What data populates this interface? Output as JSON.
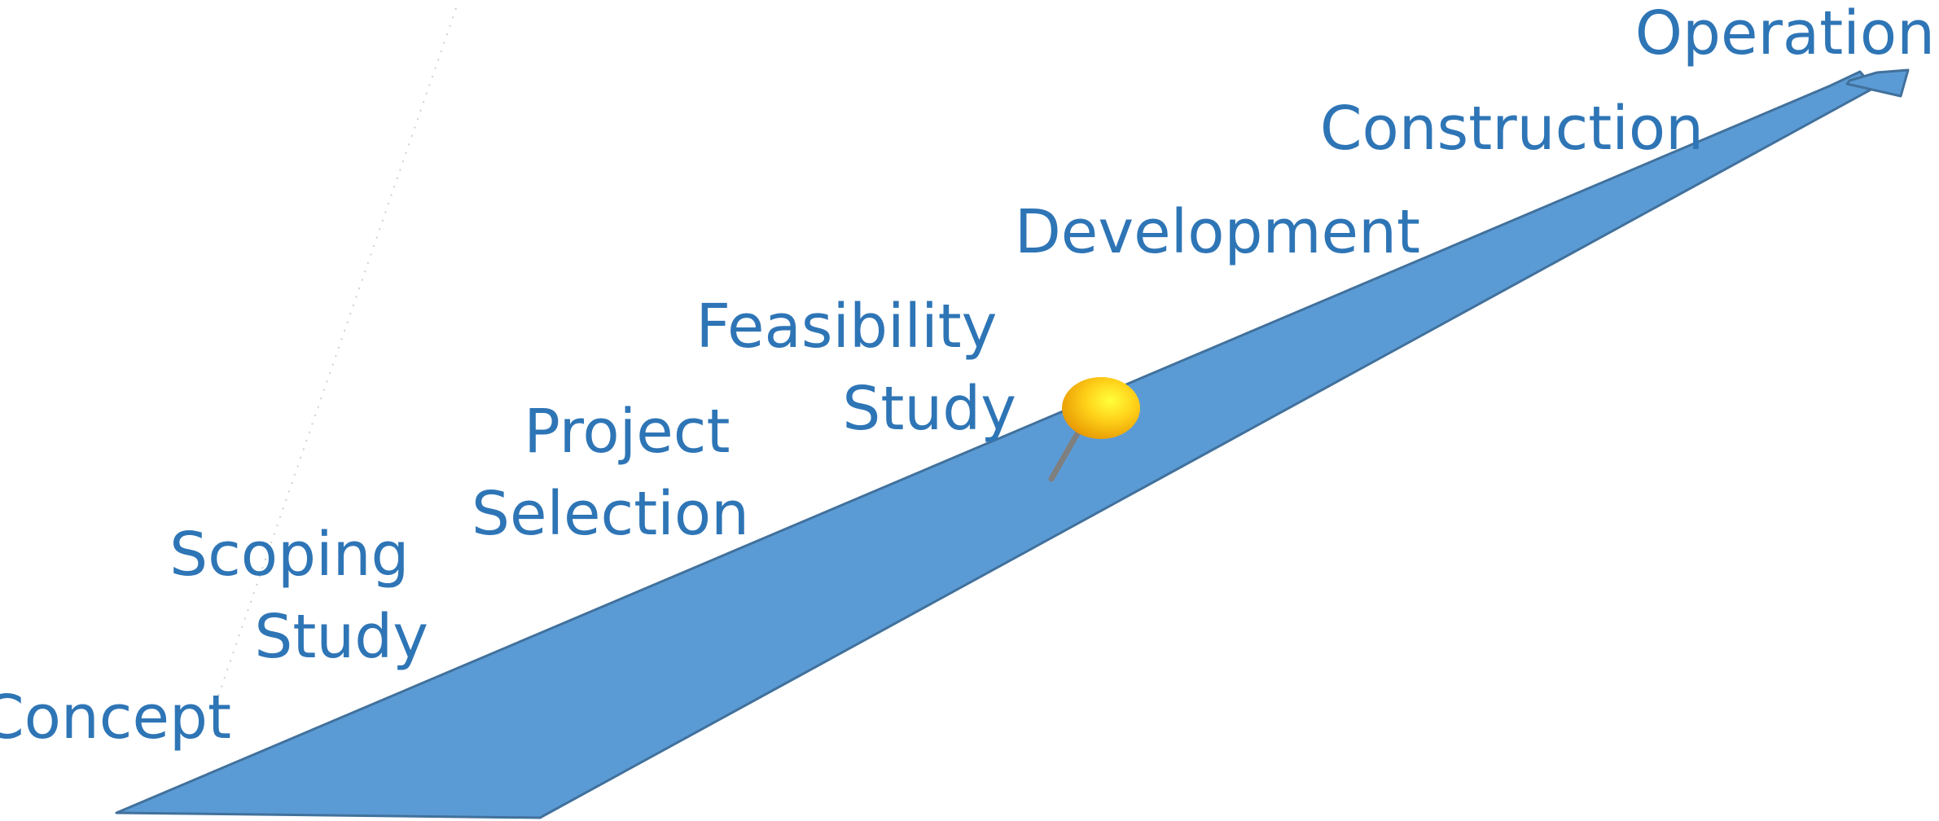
{
  "colors": {
    "road_fill": "#5b9bd5",
    "road_stroke": "#41719c",
    "label": "#2e75b6",
    "pin_head": "#ffc000",
    "pin_needle": "#7f7f7f"
  },
  "stages": [
    {
      "id": "concept",
      "lines": [
        "Concept"
      ]
    },
    {
      "id": "scoping-study",
      "lines": [
        "Scoping",
        "Study"
      ]
    },
    {
      "id": "project-selection",
      "lines": [
        "Project",
        "Selection"
      ]
    },
    {
      "id": "feasibility-study",
      "lines": [
        "Feasibility",
        "Study"
      ]
    },
    {
      "id": "development",
      "lines": [
        "Development"
      ]
    },
    {
      "id": "construction",
      "lines": [
        "Construction"
      ]
    },
    {
      "id": "operation",
      "lines": [
        "Operation"
      ]
    }
  ],
  "current_stage": "feasibility-study"
}
